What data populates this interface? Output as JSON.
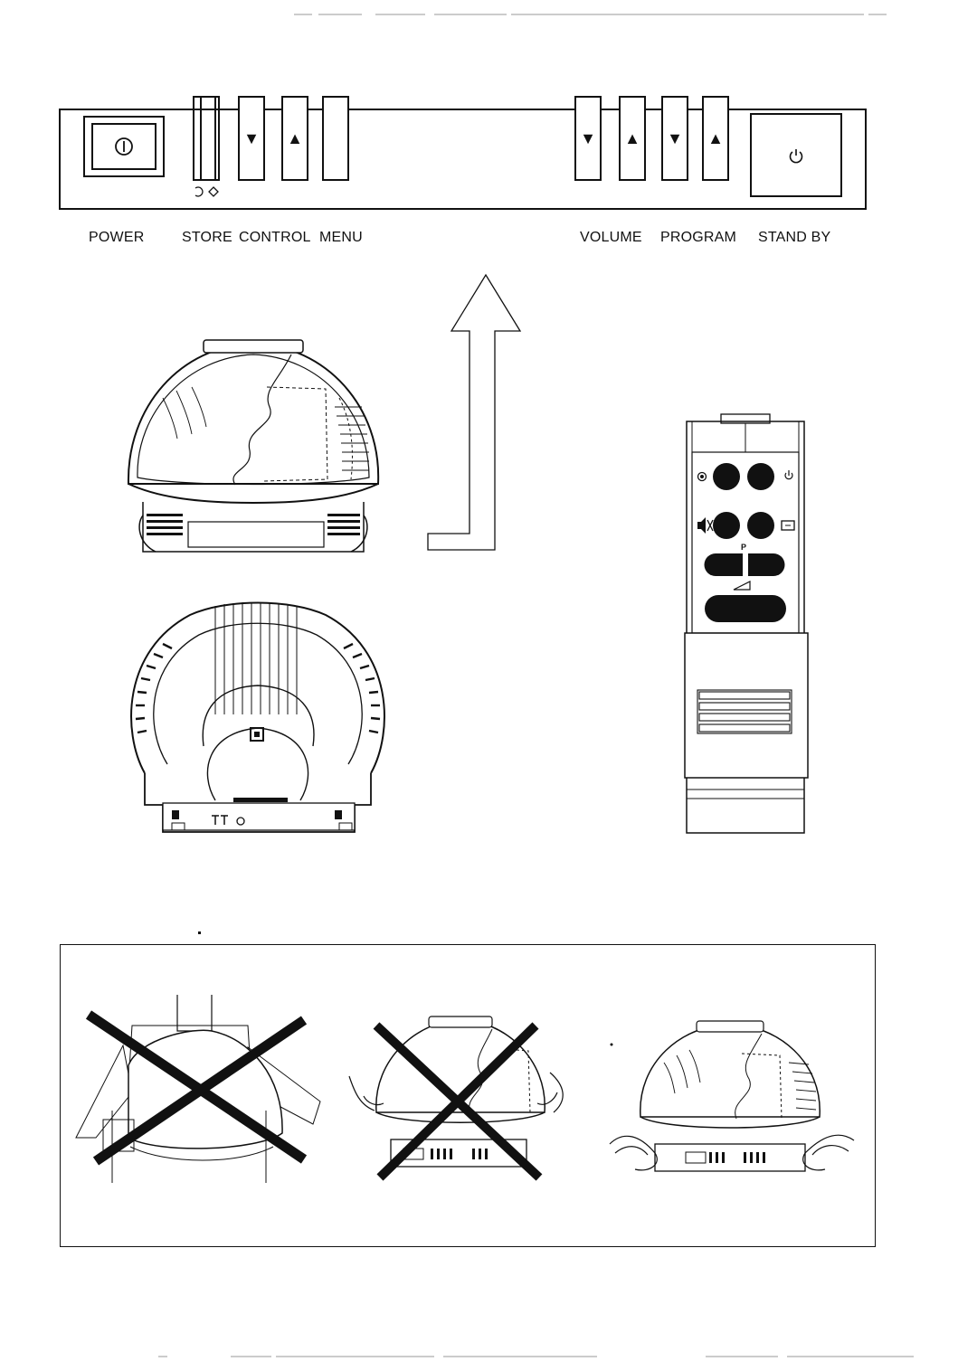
{
  "panel": {
    "labels": {
      "power": "POWER",
      "store": "STORE",
      "control": "CONTROL",
      "menu": "MENU",
      "volume": "VOLUME",
      "program": "PROGRAM",
      "standby": "STAND BY"
    },
    "glyphs": {
      "down": "▼",
      "up": "▲"
    }
  },
  "remote": {
    "program_label": "P"
  },
  "icons": {
    "power": "power-icon",
    "standby": "standby-icon",
    "mute": "mute-icon",
    "screen": "screen-icon",
    "volume": "volume-ramp-icon",
    "up_arrow": "direction-arrow-icon",
    "wrong": "cross-mark-icon"
  }
}
